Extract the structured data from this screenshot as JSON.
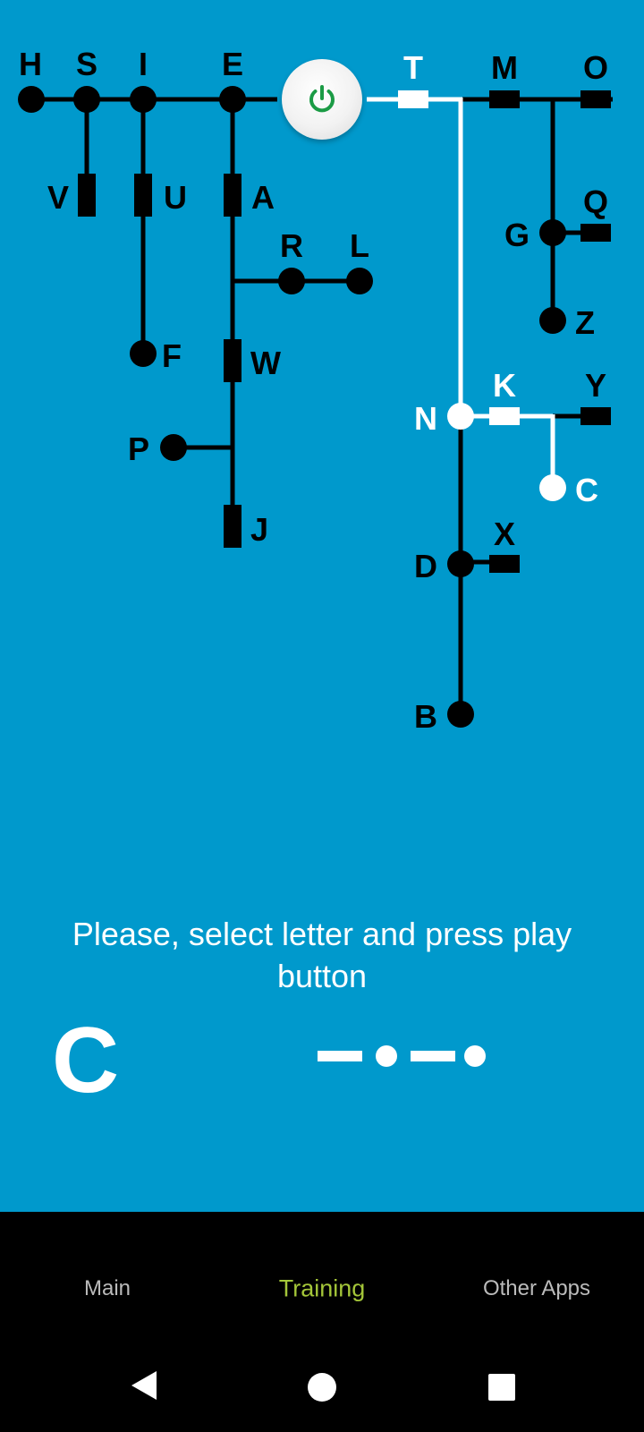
{
  "tree": {
    "letters": [
      "H",
      "S",
      "I",
      "E",
      "T",
      "M",
      "O",
      "V",
      "U",
      "A",
      "R",
      "L",
      "F",
      "W",
      "P",
      "J",
      "Q",
      "G",
      "Z",
      "N",
      "K",
      "Y",
      "C",
      "X",
      "D",
      "B"
    ],
    "selected_letter": "C",
    "colors": {
      "background": "#0099CC",
      "line": "#000000",
      "highlight": "#FFFFFF"
    }
  },
  "play_button": {
    "icon": "power-icon",
    "icon_color": "#1B9B45"
  },
  "prompt": "Please, select letter and press play button",
  "selected": {
    "letter": "C",
    "morse": "—•—•"
  },
  "nav": {
    "tabs": [
      {
        "label": "Main",
        "active": false
      },
      {
        "label": "Training",
        "active": true
      },
      {
        "label": "Other Apps",
        "active": false
      }
    ],
    "active_color": "#A4C639"
  },
  "system_bar": [
    "back-icon",
    "home-icon",
    "recents-icon"
  ]
}
